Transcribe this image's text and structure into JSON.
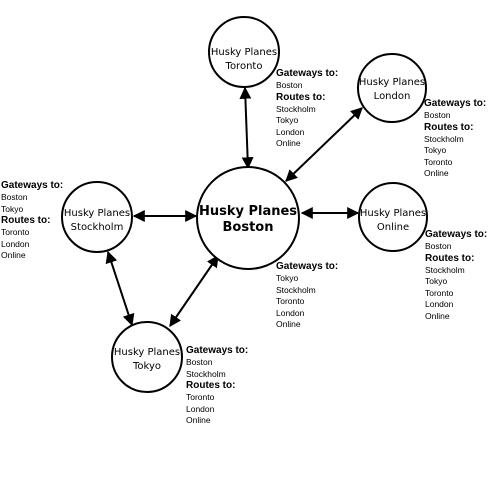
{
  "hub": {
    "line1": "Husky Planes",
    "line2": "Boston"
  },
  "nodes": {
    "toronto": {
      "line1": "Husky Planes",
      "line2": "Toronto"
    },
    "london": {
      "line1": "Husky Planes",
      "line2": "London"
    },
    "stockholm": {
      "line1": "Husky Planes",
      "line2": "Stockholm"
    },
    "online": {
      "line1": "Husky Planes",
      "line2": "Online"
    },
    "tokyo": {
      "line1": "Husky Planes",
      "line2": "Tokyo"
    }
  },
  "info": {
    "gateways_label": "Gateways to:",
    "routes_label": "Routes to:",
    "toronto": {
      "gateways": [
        "Boston"
      ],
      "routes": [
        "Stockholm",
        "Tokyo",
        "London",
        "Online"
      ]
    },
    "london": {
      "gateways": [
        "Boston"
      ],
      "routes": [
        "Stockholm",
        "Tokyo",
        "Toronto",
        "Online"
      ]
    },
    "stockholm": {
      "gateways": [
        "Boston",
        "Tokyo"
      ],
      "routes": [
        "Toronto",
        "London",
        "Online"
      ]
    },
    "online": {
      "gateways": [
        "Boston"
      ],
      "routes": [
        "Stockholm",
        "Tokyo",
        "Toronto",
        "London",
        "Online"
      ]
    },
    "boston": {
      "gateways": [
        "Tokyo",
        "Stockholm",
        "Toronto",
        "London",
        "Online"
      ],
      "routes": []
    },
    "tokyo": {
      "gateways": [
        "Boston",
        "Stockholm"
      ],
      "routes": [
        "Toronto",
        "London",
        "Online"
      ]
    }
  }
}
